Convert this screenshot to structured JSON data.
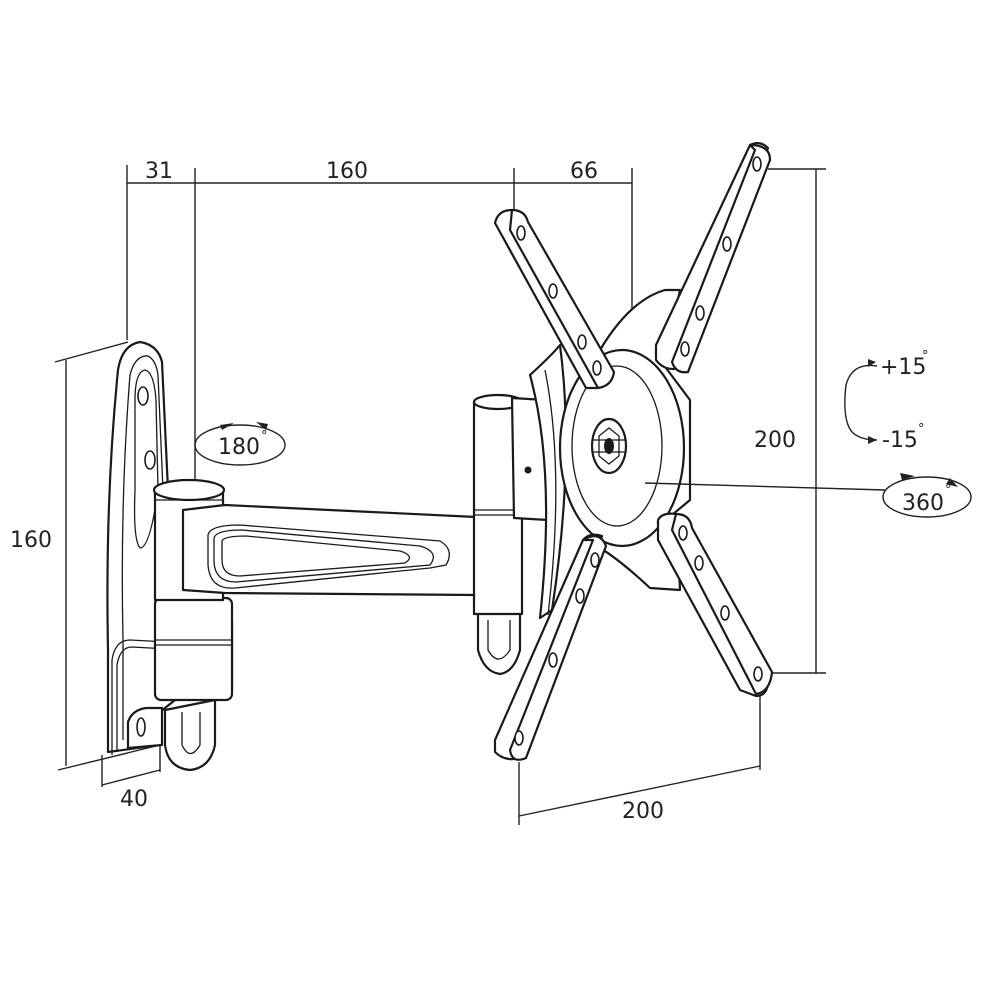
{
  "diagram": {
    "title": "Swivel TV wall mount bracket dimension drawing",
    "colors": {
      "line": "#1a1a1a",
      "background": "#ffffff"
    },
    "dimensions": {
      "top_wall_plate_offset": "31",
      "top_arm_length": "160",
      "top_head_depth": "66",
      "left_height": "160",
      "bottom_plate_depth": "40",
      "vesa_vertical": "200",
      "vesa_horizontal": "200"
    },
    "rotations": {
      "arm_swivel": "180",
      "tilt_up": "+15",
      "tilt_down": "-15",
      "rotation": "360",
      "degree_symbol": "°"
    },
    "components": [
      "wall-plate",
      "articulating-arm",
      "swivel-joint",
      "tilt-head",
      "vesa-cross-plate"
    ]
  }
}
